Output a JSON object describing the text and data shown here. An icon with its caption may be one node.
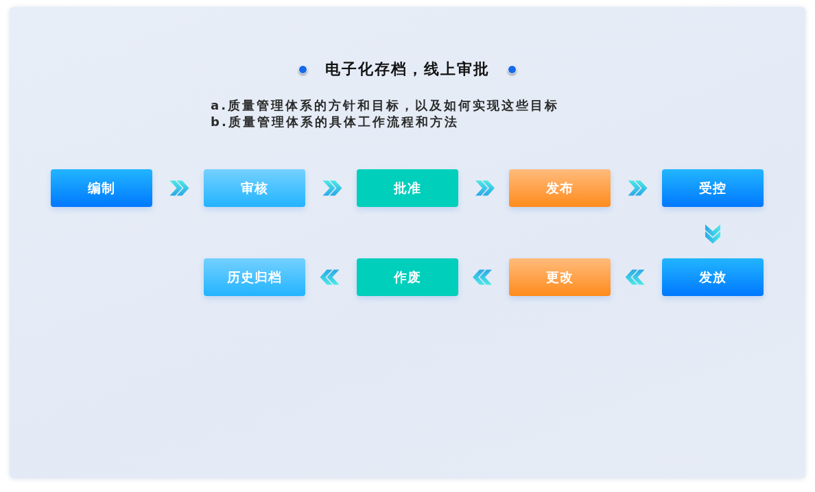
{
  "diagram": {
    "title": "电子化存档，线上审批",
    "nodes": [
      {
        "text": [
          "编制"
        ]
      },
      {
        "text": [
          "审核"
        ]
      },
      {
        "text": [
          "批准"
        ]
      },
      {
        "text": [
          "发布"
        ]
      },
      {
        "text": [
          "受控"
        ]
      },
      {
        "text": [
          "历史归档"
        ]
      },
      {
        "text": [
          "作废"
        ]
      },
      {
        "text": [
          "更改"
        ]
      },
      {
        "text": [
          "发放"
        ]
      }
    ],
    "edges": [
      {
        "from": 0,
        "to": 1,
        "arrow": "to"
      },
      {
        "from": 1,
        "to": 2,
        "arrow": "to"
      },
      {
        "from": 2,
        "to": 3,
        "arrow": "to"
      },
      {
        "from": 3,
        "to": 4,
        "arrow": "to"
      },
      {
        "from": 4,
        "to": 8,
        "arrow": "to"
      },
      {
        "from": 8,
        "to": 7,
        "arrow": "to"
      },
      {
        "from": 7,
        "to": 6,
        "arrow": "to"
      },
      {
        "from": 6,
        "to": 5,
        "arrow": "to"
      }
    ],
    "labels": [
      "a.质量管理体系的方针和目标，以及如何实现这些目标",
      "b.质量管理体系的具体工作流程和方法"
    ]
  }
}
